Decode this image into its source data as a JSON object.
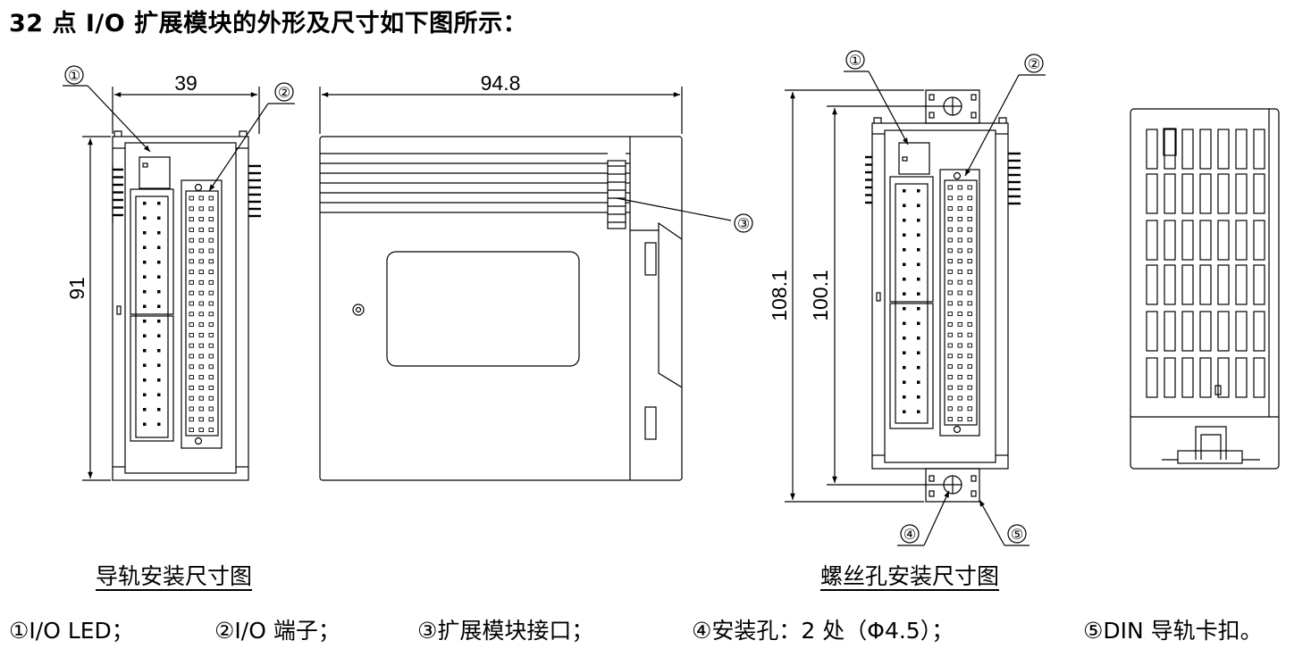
{
  "title": "32 点 I/O 扩展模块的外形及尺寸如下图所示：",
  "dimensions": {
    "front_width": "39",
    "front_height": "91",
    "side_width": "94.8",
    "screw_total_height": "108.1",
    "screw_hole_pitch": "100.1"
  },
  "callouts": {
    "c1": "①",
    "c2": "②",
    "c3": "③",
    "c4": "④",
    "c5": "⑤"
  },
  "captions": {
    "rail_mount": "导轨安装尺寸图",
    "screw_mount": "螺丝孔安装尺寸图"
  },
  "legend": [
    "①I/O LED；",
    "②I/O 端子；",
    "③扩展模块接口；",
    "④安装孔：2 处（Φ4.5）；",
    "⑤DIN 导轨卡扣。"
  ]
}
